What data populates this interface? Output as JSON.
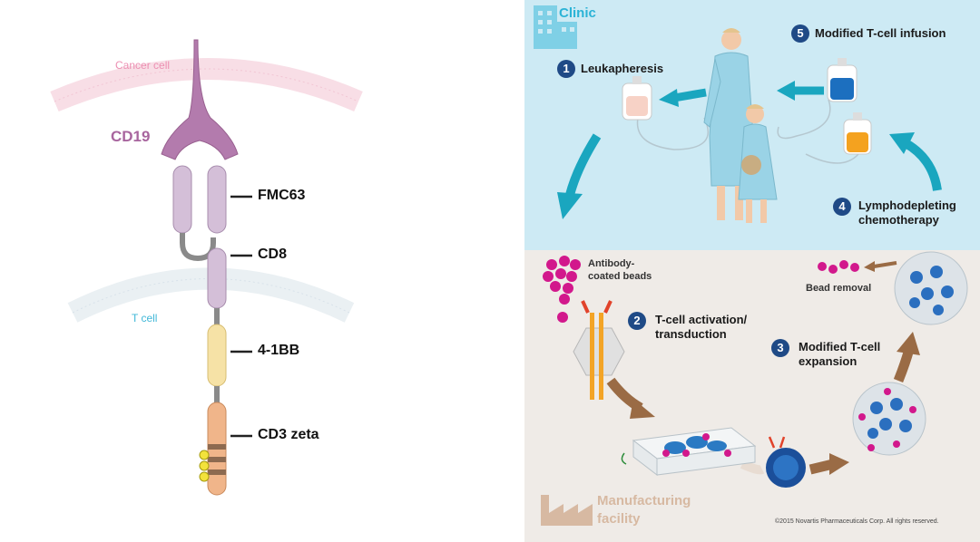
{
  "car": {
    "cancer_cell": "Cancer cell",
    "cd19": "CD19",
    "t_cell": "T cell",
    "domains": [
      "FMC63",
      "CD8",
      "4-1BB",
      "CD3 zeta"
    ],
    "phospho": "P"
  },
  "process": {
    "clinic": "Clinic",
    "manufacturing": [
      "Manufacturing",
      "facility"
    ],
    "steps": [
      {
        "num": "1",
        "line1": "Leukapheresis",
        "line2": ""
      },
      {
        "num": "2",
        "line1": "T-cell activation/",
        "line2": "transduction"
      },
      {
        "num": "3",
        "line1": "Modified T-cell",
        "line2": "expansion"
      },
      {
        "num": "4",
        "line1": "Lymphodepleting",
        "line2": "chemotherapy"
      },
      {
        "num": "5",
        "line1": "Modified T-cell infusion",
        "line2": ""
      }
    ],
    "beads": [
      "Antibody-",
      "coated beads"
    ],
    "bead_removal": "Bead removal",
    "copyright": "©2015 Novartis Pharmaceuticals Corp. All rights reserved."
  },
  "colors": {
    "clinic_bg": "#cdeaf4",
    "facility_bg": "#efebe7",
    "step_circle": "#1f4a86",
    "arrow_teal": "#1aa6bf",
    "arrow_brown": "#9a6b45",
    "bead": "#d2188c",
    "cd19": "#a8659e"
  }
}
